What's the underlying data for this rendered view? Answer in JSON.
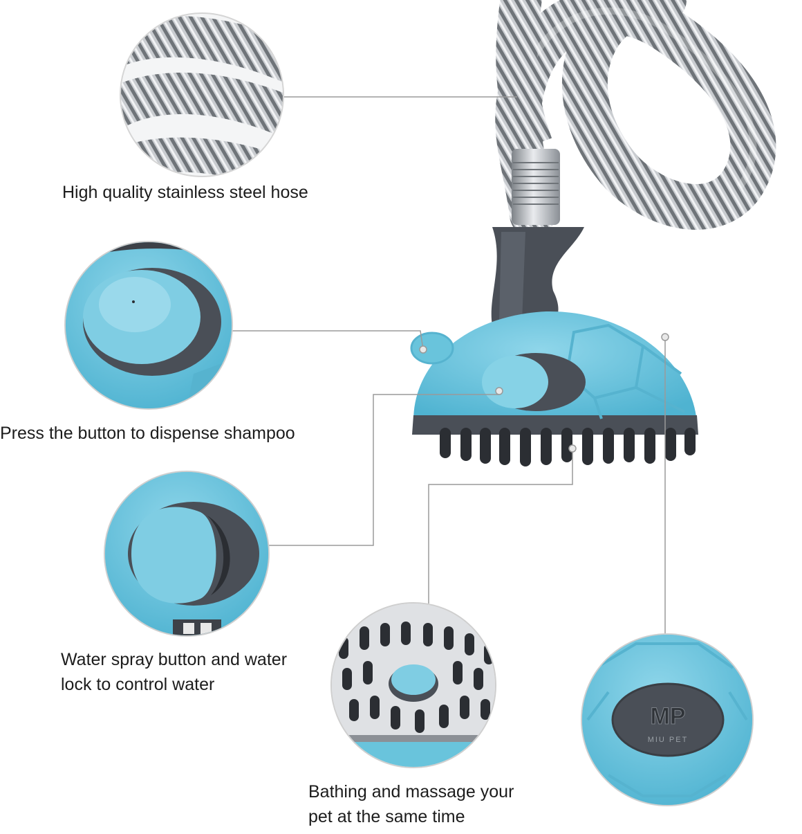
{
  "features": {
    "hose": {
      "caption": "High quality stainless steel hose"
    },
    "shampoo": {
      "caption": "Press the button to dispense shampoo"
    },
    "water": {
      "line1": "Water spray button and water",
      "line2": "lock to control water"
    },
    "bathing": {
      "line1": "Bathing and massage your",
      "line2": "pet at the same time"
    }
  },
  "brand": {
    "logo_text": "MP",
    "name": "MIU PET"
  },
  "colors": {
    "body_blue": "#69c4dc",
    "body_dark": "#4a4f57",
    "bristle": "#2b2e33",
    "steel": "#b9bcc0",
    "callout_line": "#9a9a9a"
  },
  "icons": [
    "steel-hose-closeup",
    "shampoo-button-closeup",
    "water-lock-closeup",
    "bristles-closeup",
    "brand-logo-closeup",
    "shower-brush-product"
  ]
}
